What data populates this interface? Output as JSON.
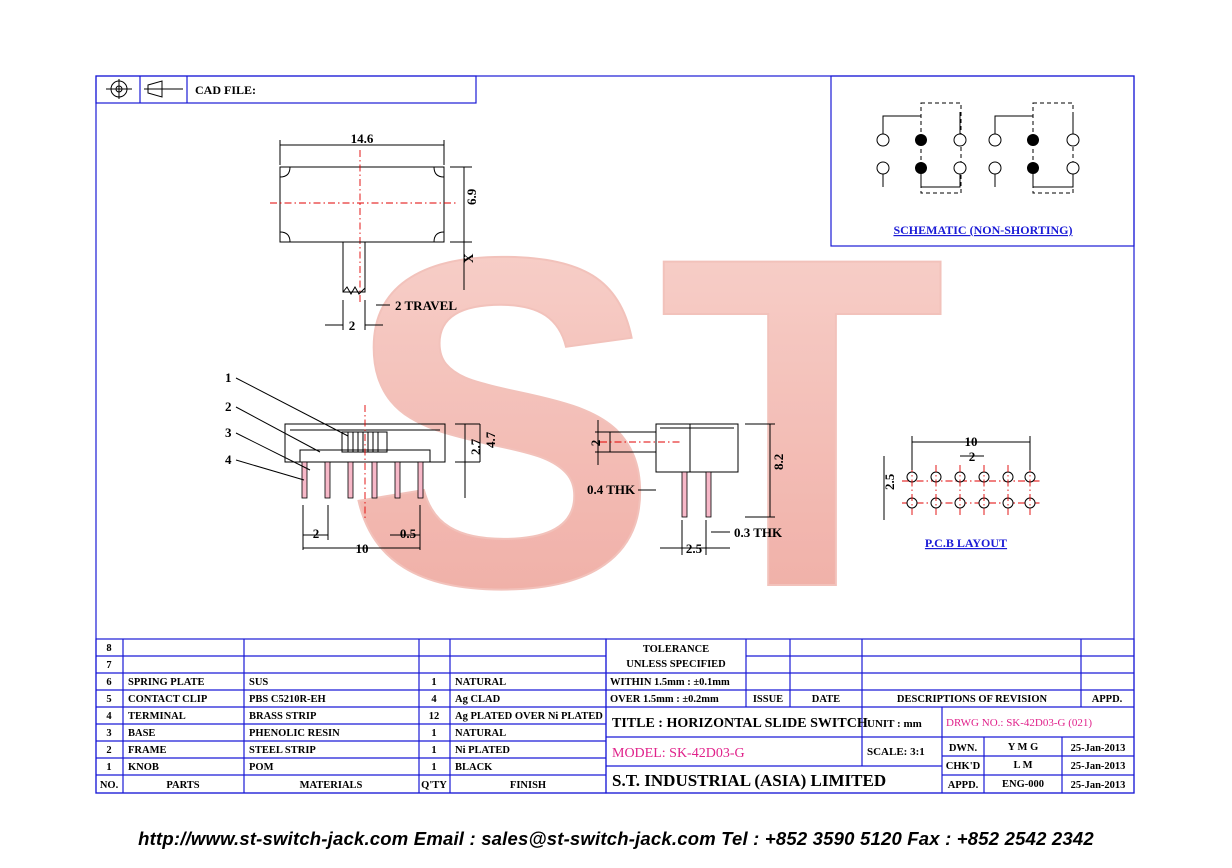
{
  "header": {
    "cad_file_label": "CAD FILE:"
  },
  "top_view": {
    "width_dim": "14.6",
    "height_dim": "6.9",
    "x_dim": "X",
    "travel_dim": "2",
    "travel_label": "2 TRAVEL"
  },
  "front_view": {
    "labels": [
      "1",
      "2",
      "3",
      "4"
    ],
    "dim_27": "2.7",
    "dim_47": "4.7",
    "pitch_dim": "2",
    "lead_dim": "0.5",
    "span_dim": "10"
  },
  "side_view": {
    "knob_dim": "2",
    "height_dim": "8.2",
    "frame_thk": "0.4 THK",
    "terminal_thk": "0.3 THK",
    "row_dim": "2.5"
  },
  "pcb": {
    "width_dim": "10",
    "pitch_dim": "2",
    "row_dim": "2.5",
    "label": "P.C.B LAYOUT"
  },
  "schematic": {
    "label": "SCHEMATIC (NON-SHORTING)"
  },
  "watermark": "ST",
  "bom": {
    "rows": [
      {
        "no": "8",
        "part": "",
        "material": "",
        "qty": "",
        "finish": ""
      },
      {
        "no": "7",
        "part": "",
        "material": "",
        "qty": "",
        "finish": ""
      },
      {
        "no": "6",
        "part": "SPRING PLATE",
        "material": "SUS",
        "qty": "1",
        "finish": "NATURAL"
      },
      {
        "no": "5",
        "part": "CONTACT CLIP",
        "material": "PBS C5210R-EH",
        "qty": "4",
        "finish": "Ag CLAD"
      },
      {
        "no": "4",
        "part": "TERMINAL",
        "material": "BRASS STRIP",
        "qty": "12",
        "finish": "Ag PLATED OVER Ni PLATED"
      },
      {
        "no": "3",
        "part": "BASE",
        "material": "PHENOLIC RESIN",
        "qty": "1",
        "finish": "NATURAL"
      },
      {
        "no": "2",
        "part": "FRAME",
        "material": "STEEL STRIP",
        "qty": "1",
        "finish": "Ni PLATED"
      },
      {
        "no": "1",
        "part": "KNOB",
        "material": "POM",
        "qty": "1",
        "finish": "BLACK"
      }
    ],
    "headers": {
      "no": "NO.",
      "part": "PARTS",
      "material": "MATERIALS",
      "qty": "Q'TY",
      "finish": "FINISH"
    }
  },
  "title_block": {
    "tolerance": "TOLERANCE",
    "unless": "UNLESS  SPECIFIED",
    "within": "WITHIN 1.5mm : ±0.1mm",
    "over": "OVER 1.5mm : ±0.2mm",
    "issue": "ISSUE",
    "date": "DATE",
    "descriptions": "DESCRIPTIONS OF REVISION",
    "appd": "APPD.",
    "title": "TITLE :  HORIZONTAL SLIDE SWITCH",
    "unit": "UNIT :  mm",
    "drwg_no": "DRWG NO.: SK-42D03-G (021)",
    "model": "MODEL: SK-42D03-G",
    "scale": "SCALE:  3:1",
    "company": "S.T.  INDUSTRIAL  (ASIA)  LIMITED",
    "dwn_label": "DWN.",
    "dwn_name": "Y M G",
    "dwn_date": "25-Jan-2013",
    "chkd_label": "CHK'D",
    "chkd_name": "L M",
    "chkd_date": "25-Jan-2013",
    "appd_label": "APPD.",
    "appd_name": "ENG-000",
    "appd_date": "25-Jan-2013"
  },
  "footer": "http://www.st-switch-jack.com  Email : sales@st-switch-jack.com  Tel : +852 3590 5120  Fax : +852 2542 2342",
  "colors": {
    "border": "#1a1ad6",
    "accent": "#e0218a",
    "centerline": "#e00000",
    "watermark": "#f2a9a0"
  }
}
